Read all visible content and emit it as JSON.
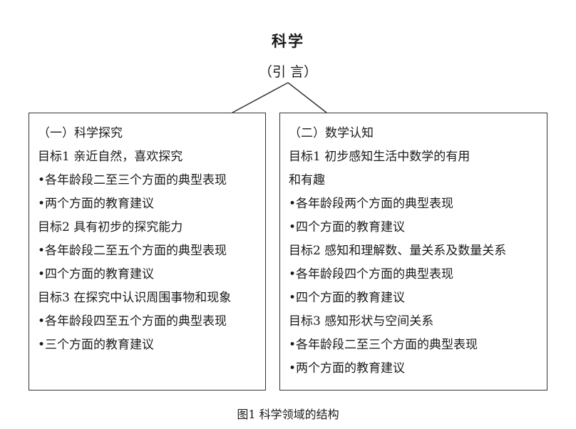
{
  "title": "科学",
  "subtitle": "（引 言）",
  "left_box": {
    "lines": [
      "（一）科学探究",
      "目标1  亲近自然，喜欢探究",
      "•各年龄段二至三个方面的典型表现",
      "•两个方面的教育建议",
      "目标2  具有初步的探究能力",
      "•各年龄段二至五个方面的典型表现",
      "•四个方面的教育建议",
      "目标3  在探究中认识周围事物和现象",
      "•各年龄段四至五个方面的典型表现",
      "•三个方面的教育建议"
    ]
  },
  "right_box": {
    "lines": [
      "（二）数学认知",
      "目标1  初步感知生活中数学的有用",
      "和有趣",
      "•各年龄段两个方面的典型表现",
      "•四个方面的教育建议",
      "目标2  感知和理解数、量关系及数量关系",
      "•各年龄段四个方面的典型表现",
      "•四个方面的教育建议",
      "目标3  感知形状与空间关系",
      "•各年龄段二至三个方面的典型表现",
      "•两个方面的教育建议"
    ]
  },
  "caption": "图1    科学领域的结构"
}
